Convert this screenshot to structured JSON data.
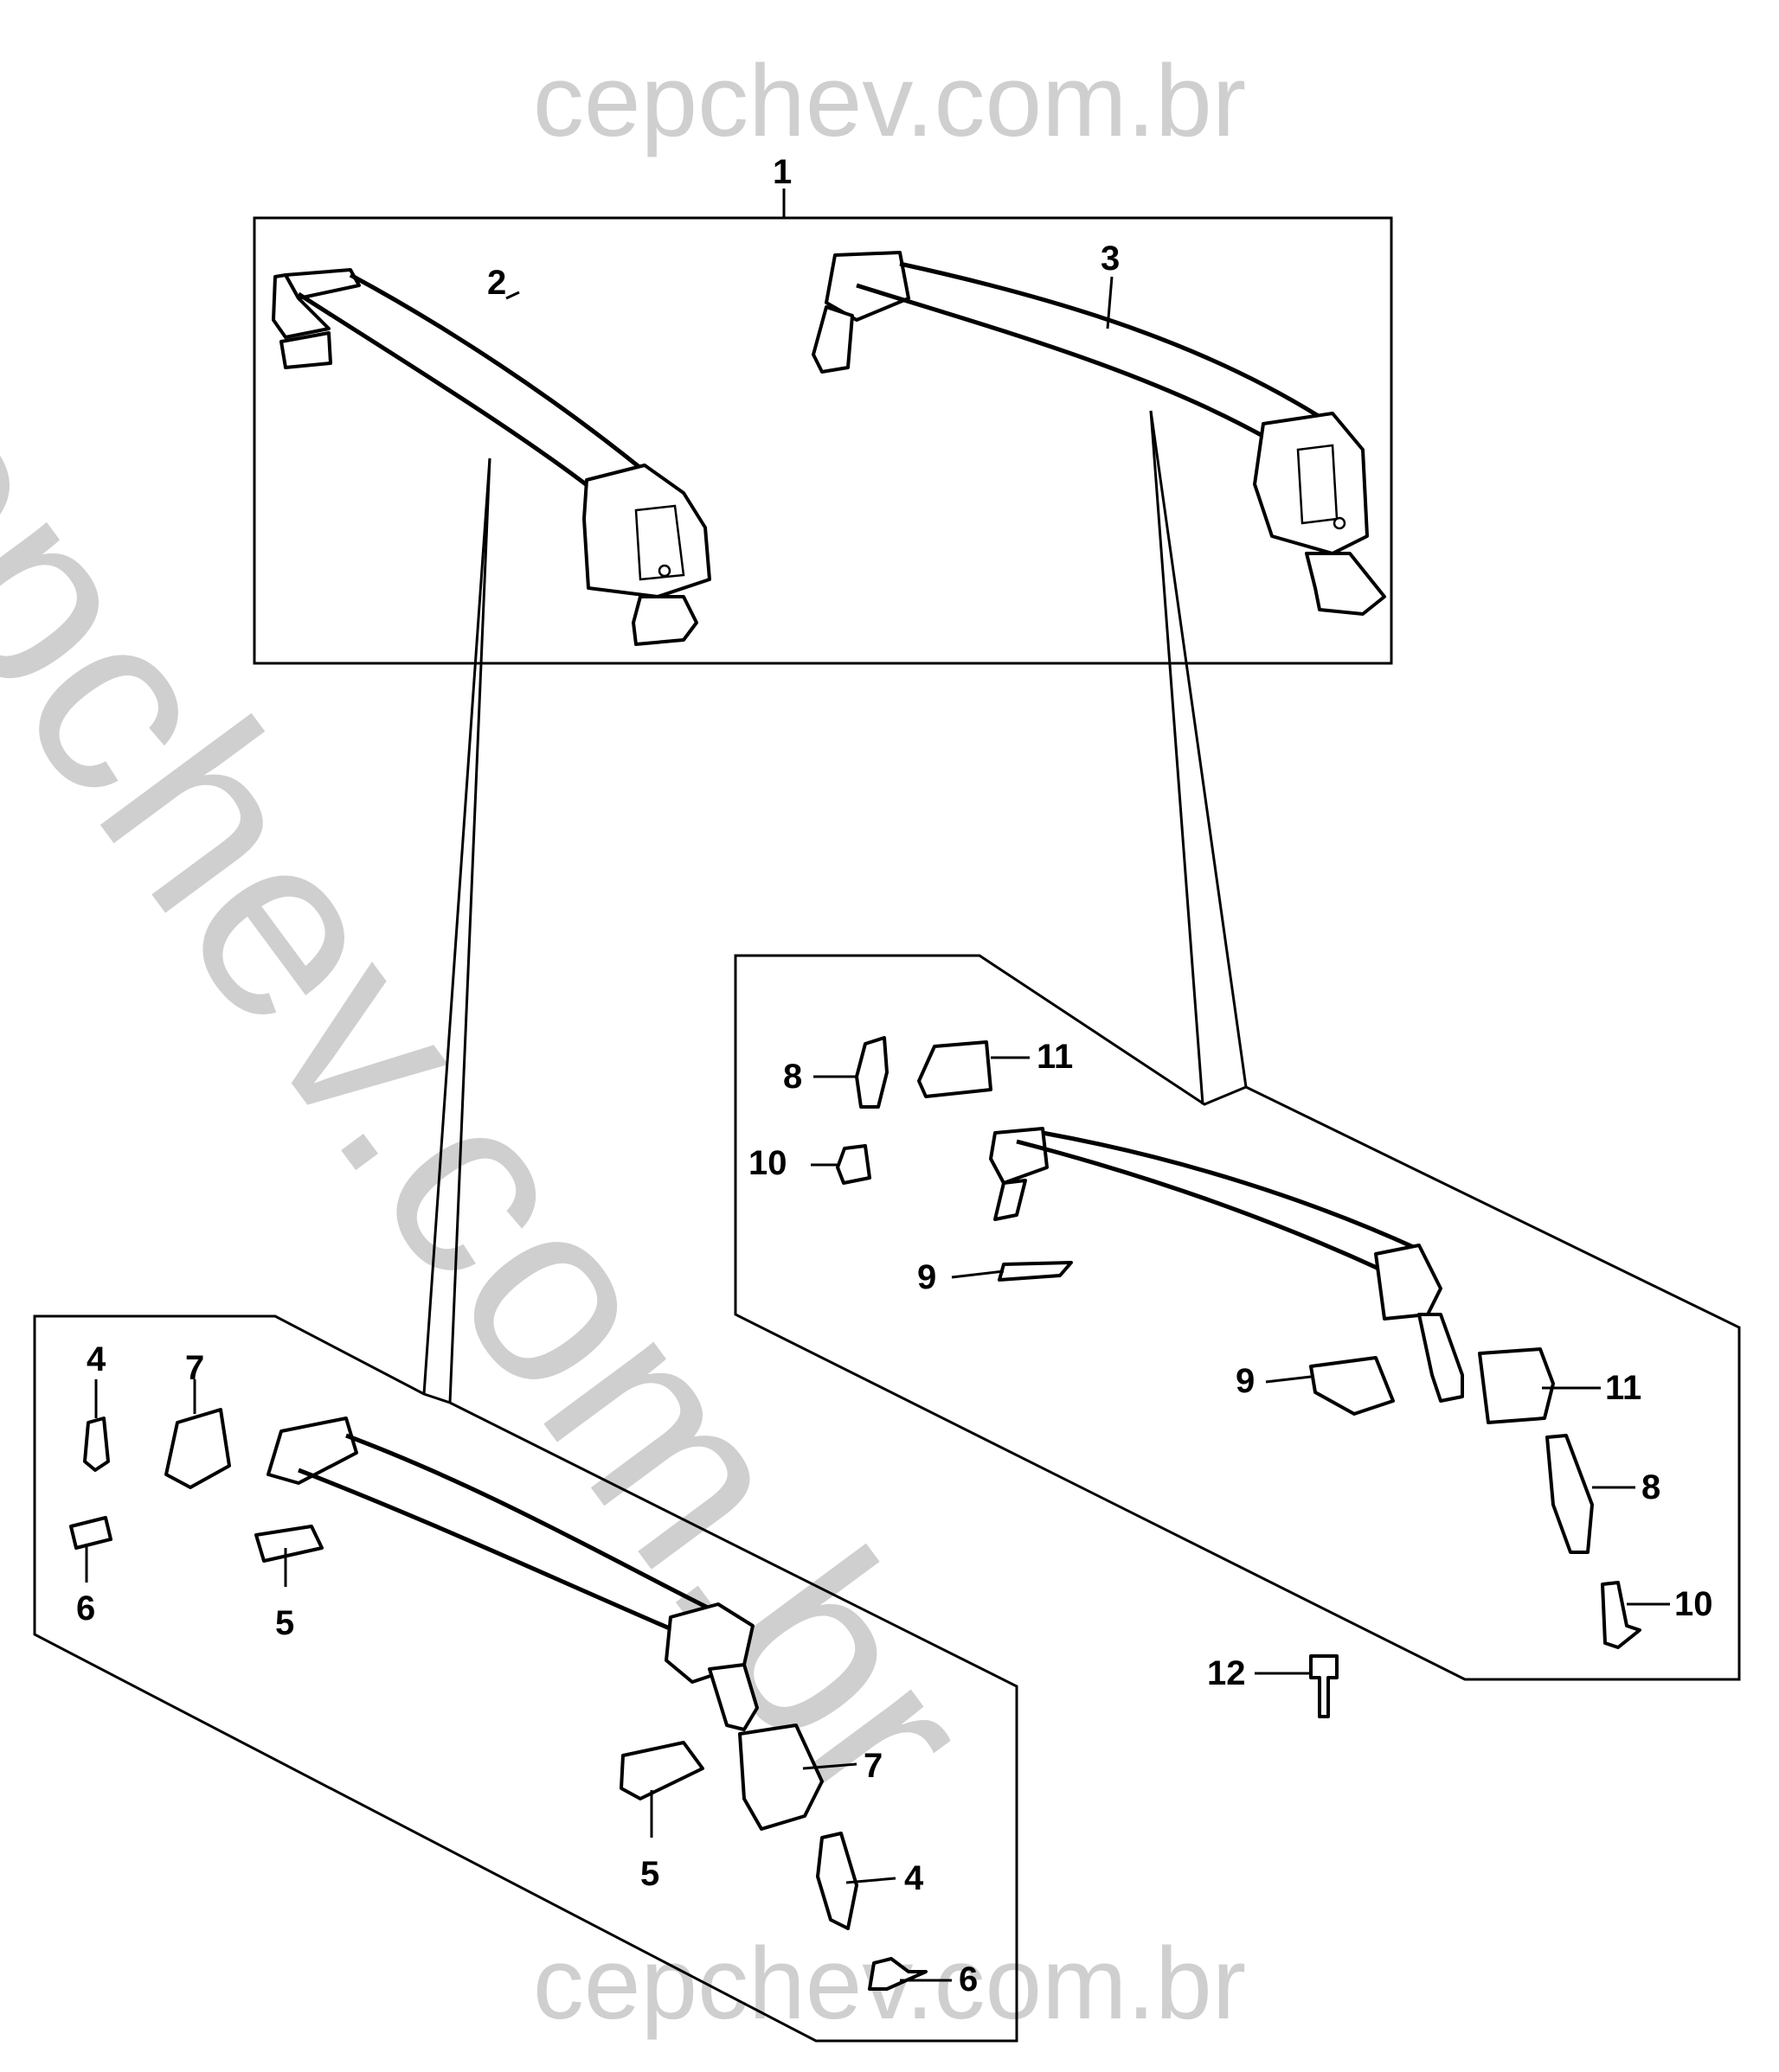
{
  "watermark": {
    "top": "cepchev.com.br",
    "diagonal": "cepchev.com.br",
    "bottom": "cepchev.com.br"
  },
  "callouts": {
    "c1": "1",
    "c2": "2",
    "c3": "3",
    "c4a": "4",
    "c4b": "4",
    "c5a": "5",
    "c5b": "5",
    "c6a": "6",
    "c6b": "6",
    "c7a": "7",
    "c7b": "7",
    "c8a": "8",
    "c8b": "8",
    "c9a": "9",
    "c9b": "9",
    "c10a": "10",
    "c10b": "10",
    "c11a": "11",
    "c11b": "11",
    "c12": "12"
  },
  "colors": {
    "line": "#000000",
    "watermark": "#cfcfcf",
    "background": "#ffffff"
  }
}
